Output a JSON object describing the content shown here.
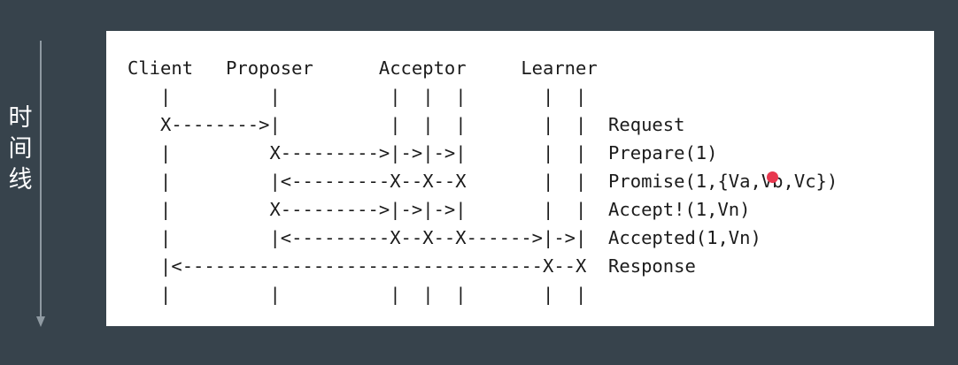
{
  "timeline": {
    "label_chars": [
      "时",
      "间",
      "线"
    ]
  },
  "diagram": {
    "lines": [
      "Client   Proposer      Acceptor     Learner",
      "   |         |          |  |  |       |  |",
      "   X-------->|          |  |  |       |  |  Request",
      "   |         X--------->|->|->|       |  |  Prepare(1)",
      "   |         |<---------X--X--X       |  |  Promise(1,{Va,Vb,Vc})",
      "   |         X--------->|->|->|       |  |  Accept!(1,Vn)",
      "   |         |<---------X--X--X------>|->|  Accepted(1,Vn)",
      "   |<---------------------------------X--X  Response",
      "   |         |          |  |  |       |  |"
    ]
  },
  "colors": {
    "background": "#37434c",
    "panel": "#ffffff",
    "text": "#1b1b1b",
    "timeline_arrow": "#8f9aa2",
    "pointer_dot": "#e8384f"
  }
}
